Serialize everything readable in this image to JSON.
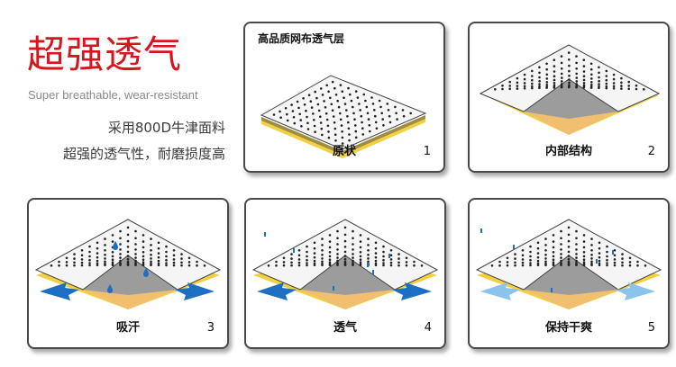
{
  "intro": {
    "title": "超强透气",
    "subtitle": "Super breathable, wear-resistant",
    "line1": "采用800D牛津面料",
    "line2": "超强的透气性，耐磨损度高"
  },
  "panels": [
    {
      "header": "高品质网布透气层",
      "label": "原状",
      "number": "1"
    },
    {
      "label": "内部结构",
      "number": "2"
    },
    {
      "label": "吸汗",
      "number": "3"
    },
    {
      "label": "透气",
      "number": "4"
    },
    {
      "label": "保持干爽",
      "number": "5"
    }
  ],
  "colors": {
    "accent_red": "#d8141c",
    "fabric_yellow": "#f2d040",
    "inner_orange": "#f0c070",
    "inner_grey": "#9c9c9c",
    "arrow_blue": "#1d6fc4",
    "arrow_light_blue": "#8ac4ea",
    "drop_blue": "#1d6fc4"
  }
}
